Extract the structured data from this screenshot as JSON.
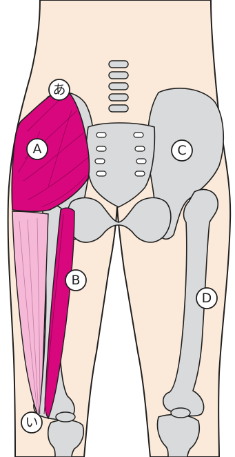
{
  "labels": {
    "a": "あ",
    "i": "い",
    "A": "A",
    "B": "B",
    "C": "C",
    "D": "D"
  },
  "colors": {
    "skin": "#fbe9d9",
    "outline": "#1f1f1f",
    "bone": "#d9dadb",
    "muscle": "#d9077e",
    "muscle_light": "#f5b8d7"
  }
}
